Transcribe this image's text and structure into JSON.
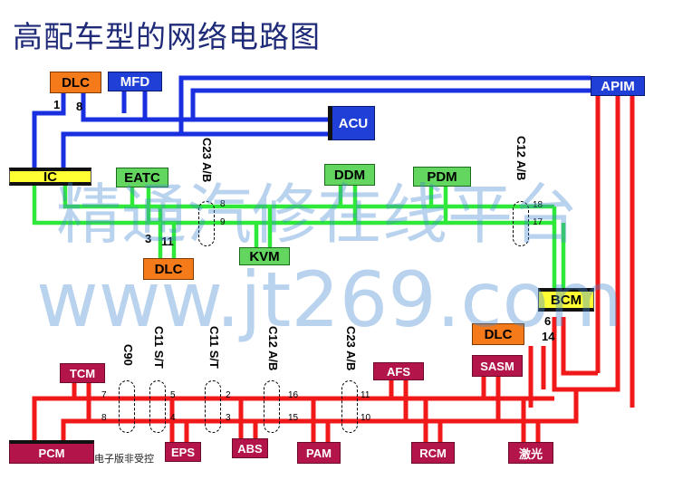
{
  "title": "高配车型的网络电路图",
  "colors": {
    "hs_can": "#1a2fe0",
    "ms_can": "#2ee83a",
    "pt_can": "#f01818"
  },
  "modules": {
    "dlc_top": "DLC",
    "mfd": "MFD",
    "acu": "ACU",
    "apim": "APIM",
    "ic": "IC",
    "eatc": "EATC",
    "ddm": "DDM",
    "pdm": "PDM",
    "kvm": "KVM",
    "dlc_mid": "DLC",
    "bcm": "BCM",
    "dlc_right": "DLC",
    "tcm": "TCM",
    "pcm": "PCM",
    "eps": "EPS",
    "abs": "ABS",
    "pam": "PAM",
    "afs": "AFS",
    "sasm": "SASM",
    "rcm": "RCM",
    "laser": "激光"
  },
  "connectors": {
    "c23_top": "C23 A/B",
    "c12_top": "C12 A/B",
    "c90": "C90",
    "c11_a": "C11 S/T",
    "c11_b": "C11 S/T",
    "c12_bot": "C12 A/B",
    "c23_bot": "C23 A/B"
  },
  "pins": {
    "dlc_top_1": "1",
    "dlc_top_8": "8",
    "c23_top_8": "8",
    "c23_top_9": "9",
    "c12_top_18": "18",
    "c12_top_17": "17",
    "dlc_mid_3": "3",
    "dlc_mid_11": "11",
    "dlc_right_6": "6",
    "dlc_right_14": "14",
    "c90_7": "7",
    "c90_8": "8",
    "c11a_5": "5",
    "c11a_4": "4",
    "c11b_2": "2",
    "c11b_3": "3",
    "c12b_16": "16",
    "c12b_15": "15",
    "c23b_11": "11",
    "c23b_10": "10"
  },
  "watermark": {
    "line1": "精通汽修在线平台",
    "line2": "www.jt269.com"
  },
  "footer": "电子版非受控"
}
